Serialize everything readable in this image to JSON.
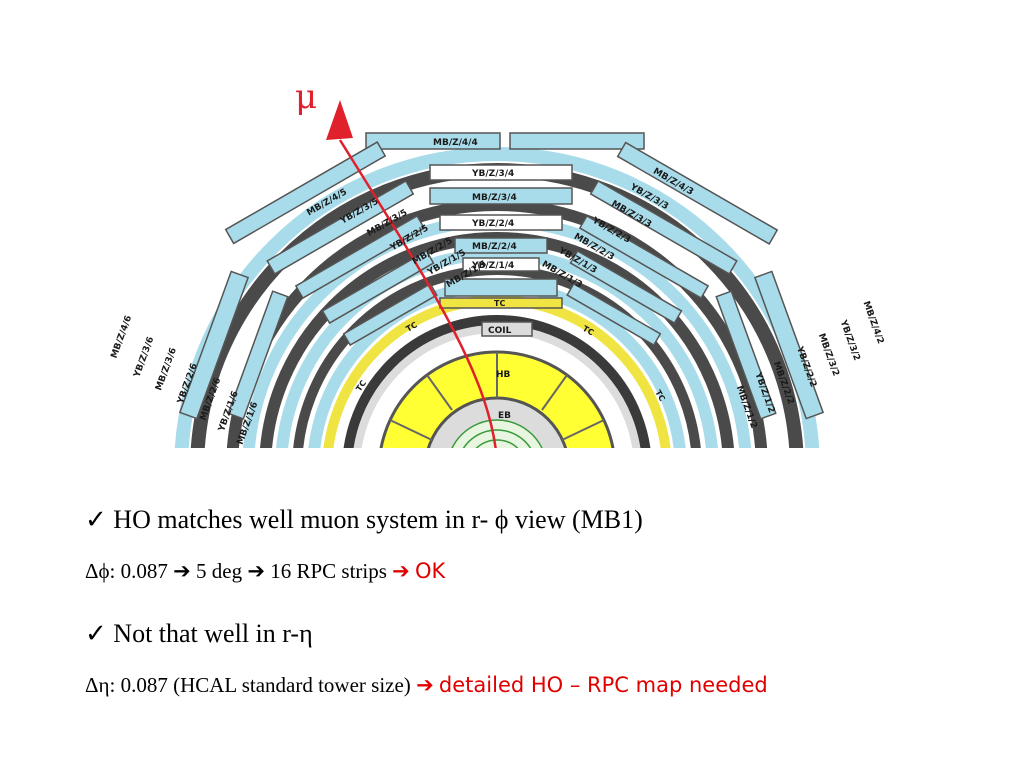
{
  "diagram": {
    "particle": "μ",
    "top_row": [
      "MB/Z/4/4",
      "YB/Z/3/4",
      "MB/Z/3/4",
      "YB/Z/2/4",
      "MB/Z/2/4",
      "YB/Z/1/4"
    ],
    "left_labels": [
      "MB/Z/4/5",
      "YB/Z/3/5",
      "MB/Z/3/5",
      "YB/Z/2/5",
      "MB/Z/2/5",
      "YB/Z/1/5",
      "MB/Z/1/5"
    ],
    "right_labels": [
      "MB/Z/4/3",
      "YB/Z/3/3",
      "MB/Z/3/3",
      "YB/Z/2/3",
      "MB/Z/2/3",
      "YB/Z/1/3",
      "MB/Z/1/3"
    ],
    "far_left_labels": [
      "MB/Z/4/6",
      "YB/Z/3/6",
      "MB/Z/3/6",
      "YB/Z/2/6",
      "MB/Z/2/6",
      "YB/Z/1/6",
      "MB/Z/1/6"
    ],
    "far_right_labels": [
      "MB/Z/4/2",
      "YB/Z/3/2",
      "MB/Z/3/2",
      "YB/Z/2/2",
      "MB/Z/2/2",
      "YB/Z/1/2",
      "MB/Z/1/2"
    ],
    "tc": "TC",
    "coil": "COIL",
    "hb": "HB",
    "eb": "EB"
  },
  "bullets": {
    "check": "✓",
    "arrow": "➔",
    "b1": "HO matches well muon system in r- ϕ view (MB1)",
    "s1_prefix": "Δϕ: 0.087",
    "s1_mid1": "5 deg",
    "s1_mid2": "16 RPC strips",
    "s1_ok": "OK",
    "b2": "Not that well in r-η",
    "s2_prefix": "Δη: 0.087 (HCAL standard tower size)",
    "s2_note": "detailed HO – RPC map needed"
  }
}
